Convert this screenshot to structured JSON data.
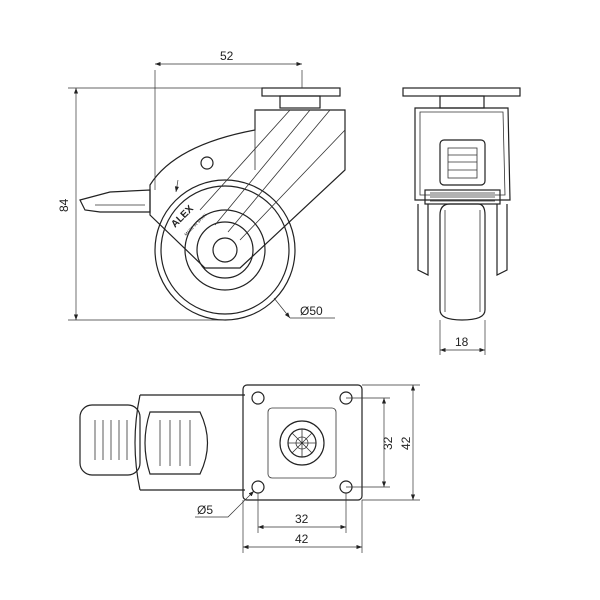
{
  "dimensions": {
    "side_width": "52",
    "side_height": "84",
    "wheel_diameter": "Ø50",
    "wheel_width": "18",
    "plate_hole_spacing_vertical": "32",
    "plate_width_vertical": "42",
    "plate_hole_spacing_horizontal": "32",
    "plate_width_horizontal": "42",
    "hole_diameter": "Ø5"
  },
  "branding": {
    "logo": "ALEX",
    "origin": "MADE IN SPAIN"
  },
  "colors": {
    "line": "#222222",
    "background": "#ffffff"
  }
}
